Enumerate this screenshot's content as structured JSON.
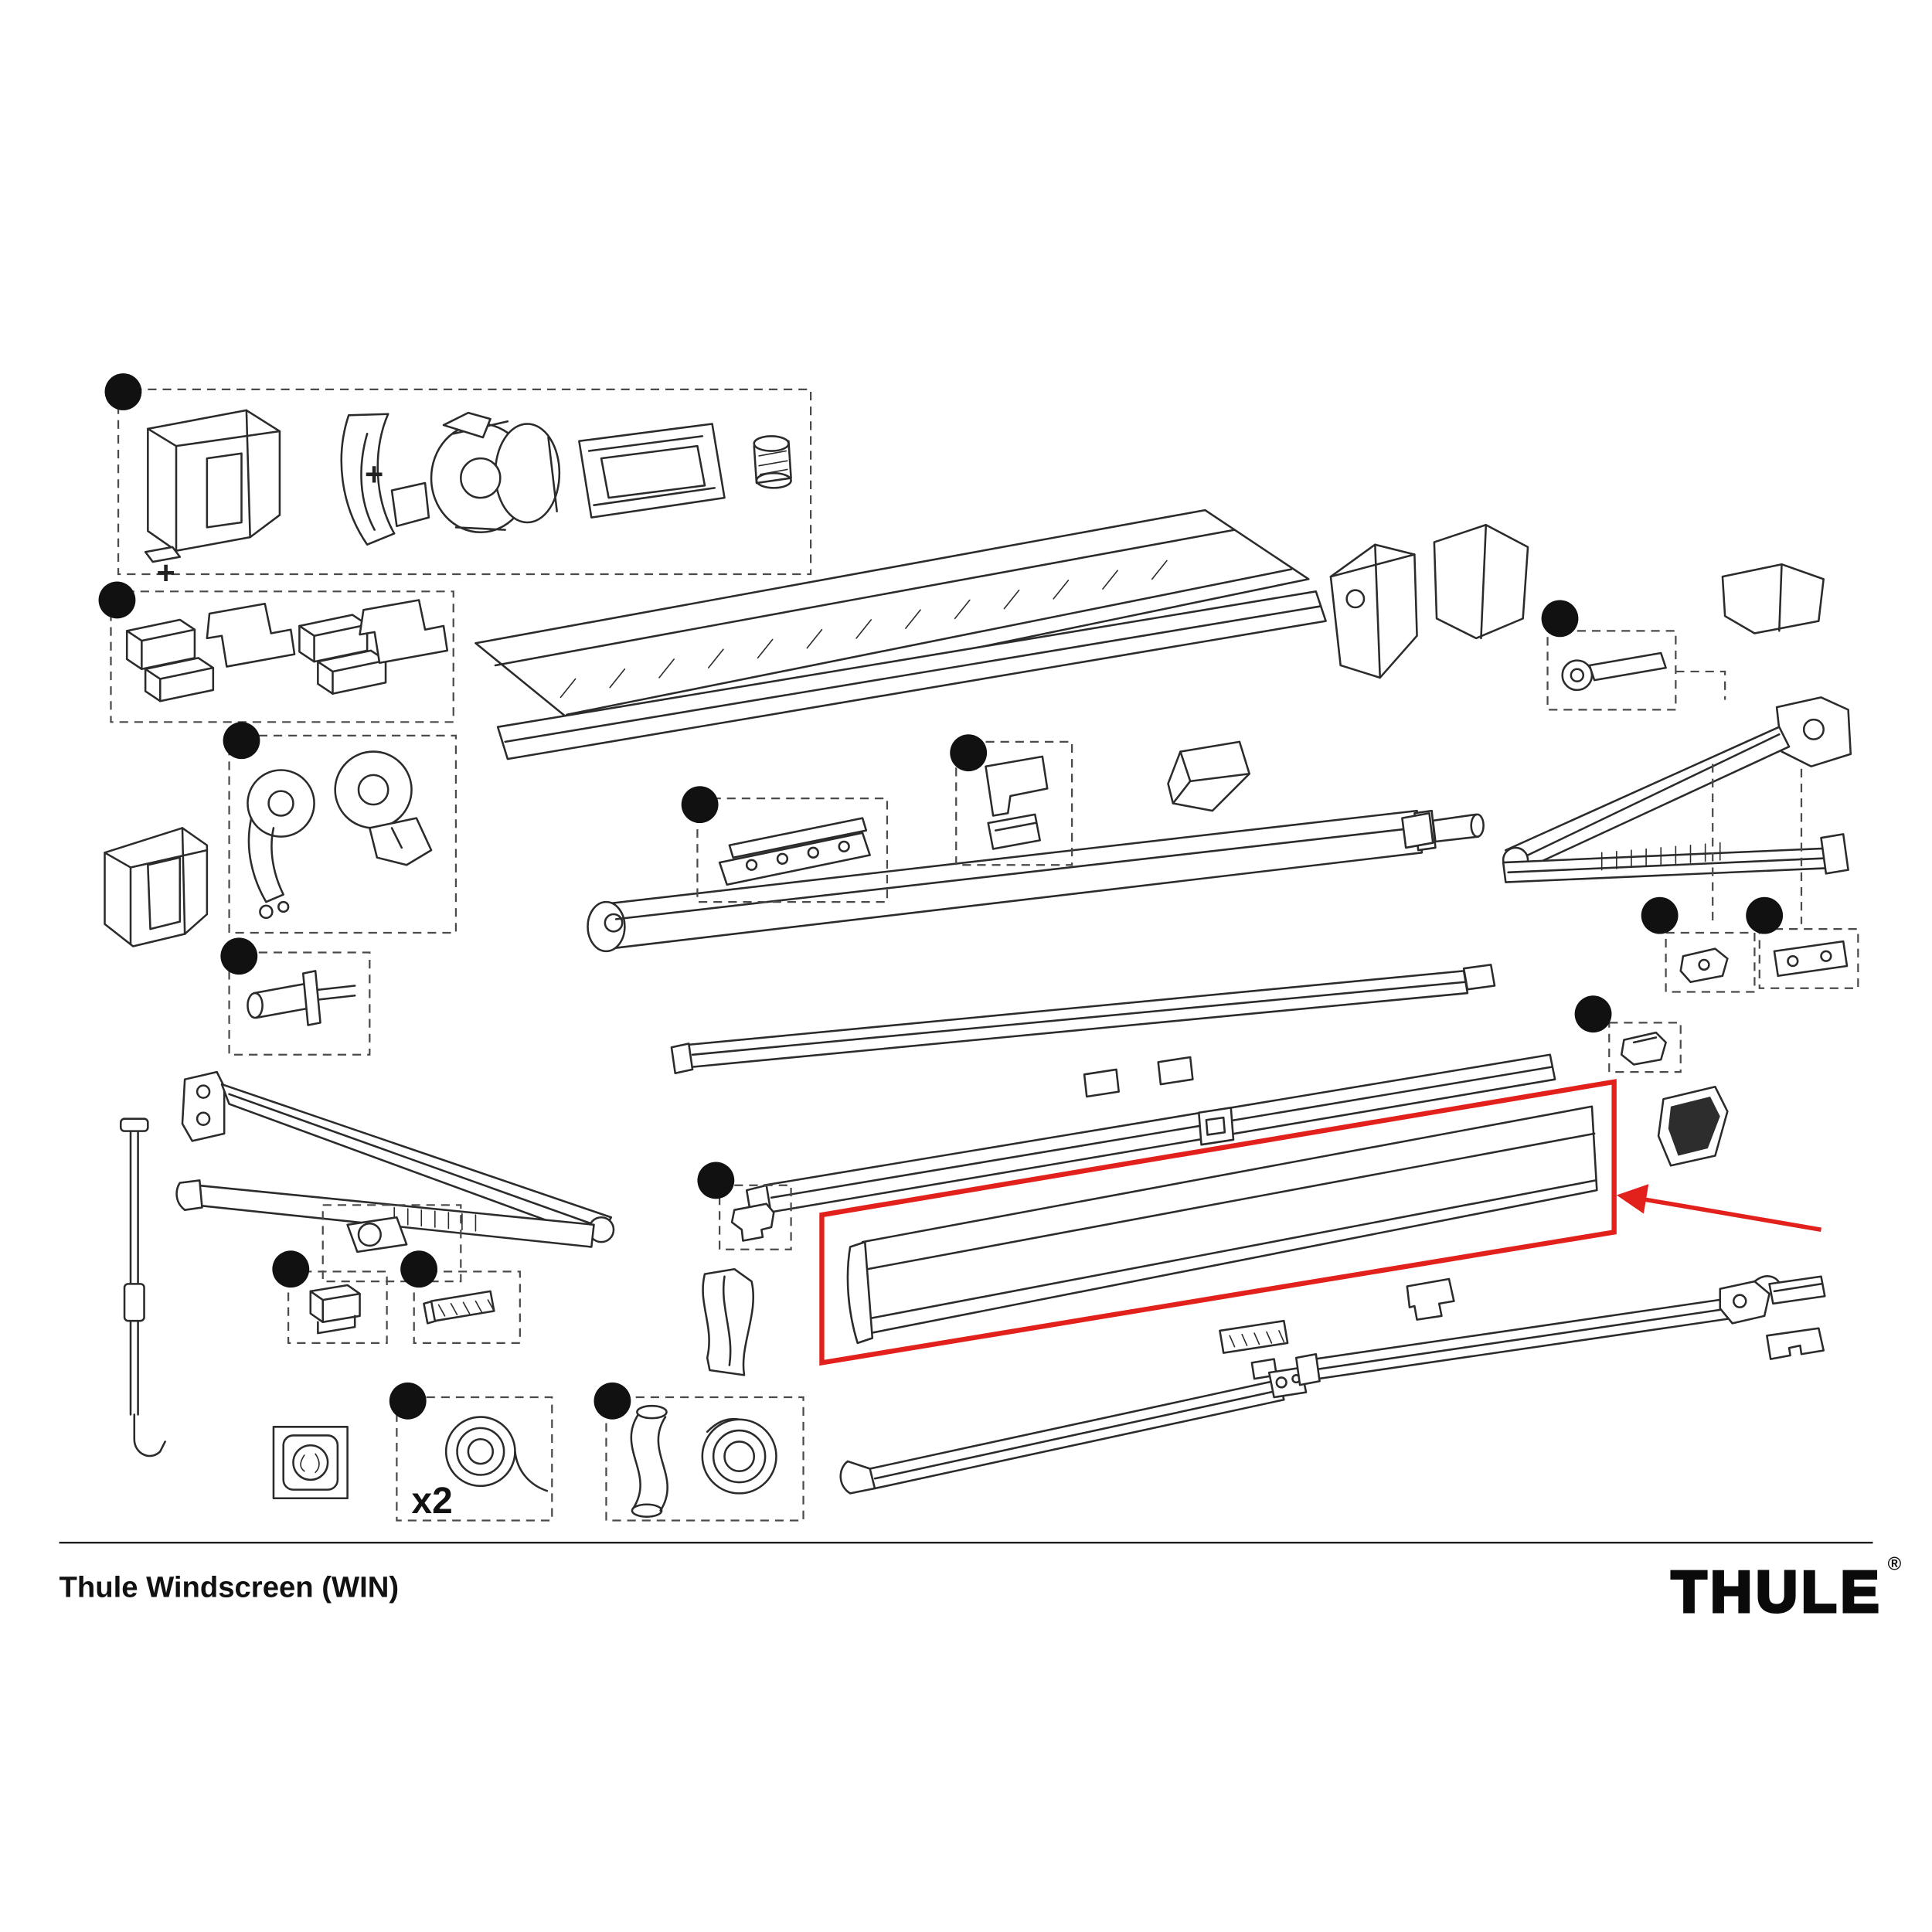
{
  "document": {
    "product_title": "Thule Windscreen (WIN)",
    "brand_logo": "THULE",
    "registered_mark": "®"
  },
  "diagram": {
    "x2_label": "x2",
    "plus_sign": "+",
    "highlight_color": "#e2211c",
    "callout_dot_color": "#111111",
    "line_color": "#2b2b2b",
    "background_color": "#ffffff"
  }
}
